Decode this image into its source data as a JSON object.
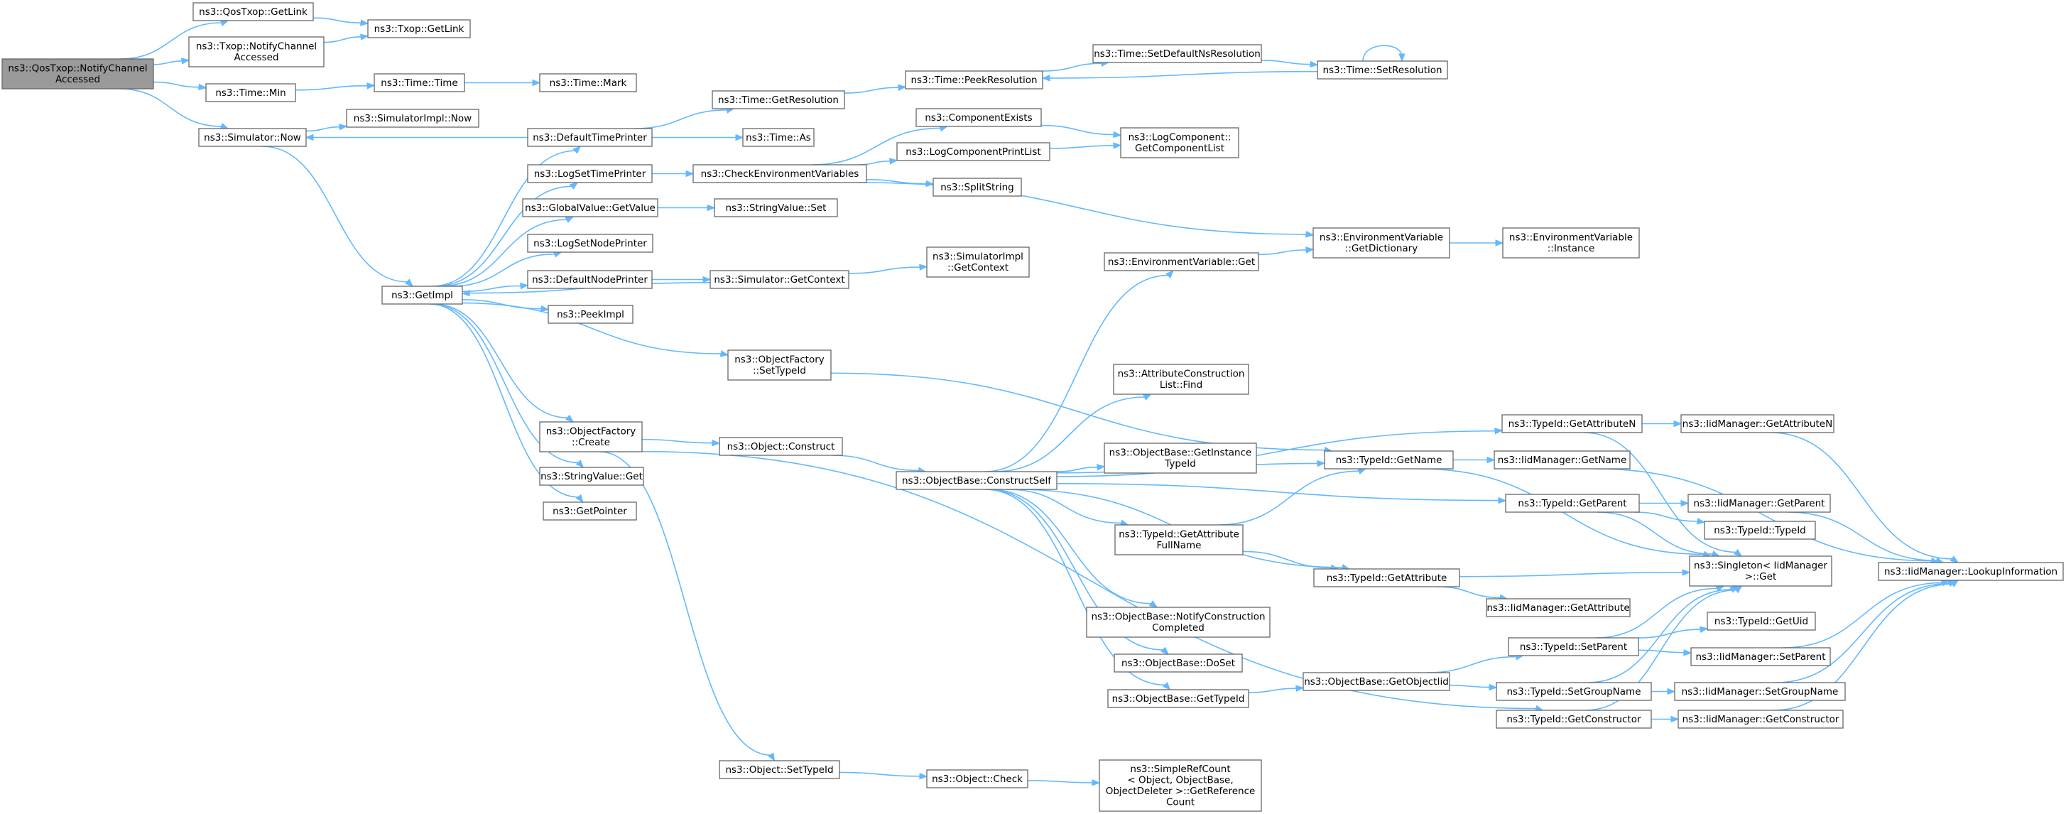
{
  "diagram": {
    "colors": {
      "edge": "#63b8ff",
      "node_border": "#666666",
      "root_fill": "#9a9a9a",
      "node_fill": "#ffffff"
    },
    "nodes": [
      {
        "id": "root",
        "lines": [
          "ns3::QosTxop::NotifyChannel",
          "Accessed"
        ],
        "root": true
      },
      {
        "id": "qos_getlink",
        "lines": [
          "ns3::QosTxop::GetLink"
        ]
      },
      {
        "id": "txop_getlink",
        "lines": [
          "ns3::Txop::GetLink"
        ]
      },
      {
        "id": "txop_notify",
        "lines": [
          "ns3::Txop::NotifyChannel",
          "Accessed"
        ]
      },
      {
        "id": "time_min",
        "lines": [
          "ns3::Time::Min"
        ]
      },
      {
        "id": "time_time",
        "lines": [
          "ns3::Time::Time"
        ]
      },
      {
        "id": "time_mark",
        "lines": [
          "ns3::Time::Mark"
        ]
      },
      {
        "id": "sim_now",
        "lines": [
          "ns3::Simulator::Now"
        ]
      },
      {
        "id": "simimpl_now",
        "lines": [
          "ns3::SimulatorImpl::Now"
        ]
      },
      {
        "id": "default_time_printer",
        "lines": [
          "ns3::DefaultTimePrinter"
        ]
      },
      {
        "id": "time_getres",
        "lines": [
          "ns3::Time::GetResolution"
        ]
      },
      {
        "id": "time_peekres",
        "lines": [
          "ns3::Time::PeekResolution"
        ]
      },
      {
        "id": "time_setdefns",
        "lines": [
          "ns3::Time::SetDefaultNsResolution"
        ]
      },
      {
        "id": "time_setres",
        "lines": [
          "ns3::Time::SetResolution"
        ]
      },
      {
        "id": "time_as",
        "lines": [
          "ns3::Time::As"
        ]
      },
      {
        "id": "logsettime",
        "lines": [
          "ns3::LogSetTimePrinter"
        ]
      },
      {
        "id": "checkenv",
        "lines": [
          "ns3::CheckEnvironmentVariables"
        ]
      },
      {
        "id": "compexists",
        "lines": [
          "ns3::ComponentExists"
        ]
      },
      {
        "id": "logcompprint",
        "lines": [
          "ns3::LogComponentPrintList"
        ]
      },
      {
        "id": "logcomp_getlist",
        "lines": [
          "ns3::LogComponent::",
          "GetComponentList"
        ]
      },
      {
        "id": "splitstring",
        "lines": [
          "ns3::SplitString"
        ]
      },
      {
        "id": "gv_getvalue",
        "lines": [
          "ns3::GlobalValue::GetValue"
        ]
      },
      {
        "id": "sv_set",
        "lines": [
          "ns3::StringValue::Set"
        ]
      },
      {
        "id": "logsetnode",
        "lines": [
          "ns3::LogSetNodePrinter"
        ]
      },
      {
        "id": "default_node_printer",
        "lines": [
          "ns3::DefaultNodePrinter"
        ]
      },
      {
        "id": "sim_getcontext",
        "lines": [
          "ns3::Simulator::GetContext"
        ]
      },
      {
        "id": "simimpl_getcontext",
        "lines": [
          "ns3::SimulatorImpl",
          "::GetContext"
        ]
      },
      {
        "id": "getimpl",
        "lines": [
          "ns3::GetImpl"
        ]
      },
      {
        "id": "peekimpl",
        "lines": [
          "ns3::PeekImpl"
        ]
      },
      {
        "id": "envvar_getdict",
        "lines": [
          "ns3::EnvironmentVariable",
          "::GetDictionary"
        ]
      },
      {
        "id": "envvar_instance",
        "lines": [
          "ns3::EnvironmentVariable",
          "::Instance"
        ]
      },
      {
        "id": "envvar_get",
        "lines": [
          "ns3::EnvironmentVariable::Get"
        ]
      },
      {
        "id": "of_settypeid",
        "lines": [
          "ns3::ObjectFactory",
          "::SetTypeId"
        ]
      },
      {
        "id": "attrconst_find",
        "lines": [
          "ns3::AttributeConstruction",
          "List::Find"
        ]
      },
      {
        "id": "typeid_getattrn",
        "lines": [
          "ns3::TypeId::GetAttributeN"
        ]
      },
      {
        "id": "iid_getattrn",
        "lines": [
          "ns3::IidManager::GetAttributeN"
        ]
      },
      {
        "id": "of_create",
        "lines": [
          "ns3::ObjectFactory",
          "::Create"
        ]
      },
      {
        "id": "obj_construct",
        "lines": [
          "ns3::Object::Construct"
        ]
      },
      {
        "id": "ob_constructself",
        "lines": [
          "ns3::ObjectBase::ConstructSelf"
        ]
      },
      {
        "id": "ob_getinstance",
        "lines": [
          "ns3::ObjectBase::GetInstance",
          "TypeId"
        ]
      },
      {
        "id": "typeid_getname",
        "lines": [
          "ns3::TypeId::GetName"
        ]
      },
      {
        "id": "iid_getname",
        "lines": [
          "ns3::IidManager::GetName"
        ]
      },
      {
        "id": "sv_get",
        "lines": [
          "ns3::StringValue::Get"
        ]
      },
      {
        "id": "getpointer",
        "lines": [
          "ns3::GetPointer"
        ]
      },
      {
        "id": "typeid_getparent",
        "lines": [
          "ns3::TypeId::GetParent"
        ]
      },
      {
        "id": "iid_getparent",
        "lines": [
          "ns3::IidManager::GetParent"
        ]
      },
      {
        "id": "typeid_typeid",
        "lines": [
          "ns3::TypeId::TypeId"
        ]
      },
      {
        "id": "typeid_getattrfull",
        "lines": [
          "ns3::TypeId::GetAttribute",
          "FullName"
        ]
      },
      {
        "id": "singleton_get",
        "lines": [
          "ns3::Singleton< IidManager",
          ">::Get"
        ]
      },
      {
        "id": "iid_lookup",
        "lines": [
          "ns3::IidManager::LookupInformation"
        ]
      },
      {
        "id": "typeid_getattr",
        "lines": [
          "ns3::TypeId::GetAttribute"
        ]
      },
      {
        "id": "iid_getattr",
        "lines": [
          "ns3::IidManager::GetAttribute"
        ]
      },
      {
        "id": "ob_notifyconst",
        "lines": [
          "ns3::ObjectBase::NotifyConstruction",
          "Completed"
        ]
      },
      {
        "id": "typeid_getuid",
        "lines": [
          "ns3::TypeId::GetUid"
        ]
      },
      {
        "id": "typeid_setparent",
        "lines": [
          "ns3::TypeId::SetParent"
        ]
      },
      {
        "id": "iid_setparent",
        "lines": [
          "ns3::IidManager::SetParent"
        ]
      },
      {
        "id": "ob_doset",
        "lines": [
          "ns3::ObjectBase::DoSet"
        ]
      },
      {
        "id": "ob_getobjectiid",
        "lines": [
          "ns3::ObjectBase::GetObjectIid"
        ]
      },
      {
        "id": "typeid_setgroup",
        "lines": [
          "ns3::TypeId::SetGroupName"
        ]
      },
      {
        "id": "iid_setgroup",
        "lines": [
          "ns3::IidManager::SetGroupName"
        ]
      },
      {
        "id": "ob_gettypeid",
        "lines": [
          "ns3::ObjectBase::GetTypeId"
        ]
      },
      {
        "id": "typeid_getconstructor",
        "lines": [
          "ns3::TypeId::GetConstructor"
        ]
      },
      {
        "id": "iid_getconstructor",
        "lines": [
          "ns3::IidManager::GetConstructor"
        ]
      },
      {
        "id": "obj_settypeid",
        "lines": [
          "ns3::Object::SetTypeId"
        ]
      },
      {
        "id": "obj_check",
        "lines": [
          "ns3::Object::Check"
        ]
      },
      {
        "id": "simplerefcount",
        "lines": [
          "ns3::SimpleRefCount",
          "< Object, ObjectBase,",
          "ObjectDeleter >::GetReference",
          "Count"
        ]
      }
    ],
    "edges": [
      [
        "root",
        "qos_getlink"
      ],
      [
        "root",
        "txop_notify"
      ],
      [
        "root",
        "time_min"
      ],
      [
        "root",
        "sim_now"
      ],
      [
        "qos_getlink",
        "txop_getlink"
      ],
      [
        "txop_notify",
        "txop_getlink"
      ],
      [
        "time_min",
        "time_time"
      ],
      [
        "time_time",
        "time_mark"
      ],
      [
        "sim_now",
        "simimpl_now"
      ],
      [
        "sim_now",
        "getimpl"
      ],
      [
        "default_time_printer",
        "sim_now"
      ],
      [
        "default_time_printer",
        "time_getres"
      ],
      [
        "default_time_printer",
        "time_as"
      ],
      [
        "time_getres",
        "time_peekres"
      ],
      [
        "time_peekres",
        "time_setdefns"
      ],
      [
        "time_setdefns",
        "time_setres"
      ],
      [
        "time_setres",
        "time_peekres"
      ],
      [
        "time_setres",
        "time_setres"
      ],
      [
        "getimpl",
        "default_time_printer"
      ],
      [
        "getimpl",
        "logsettime"
      ],
      [
        "getimpl",
        "gv_getvalue"
      ],
      [
        "getimpl",
        "logsetnode"
      ],
      [
        "getimpl",
        "default_node_printer"
      ],
      [
        "getimpl",
        "peekimpl"
      ],
      [
        "getimpl",
        "of_settypeid"
      ],
      [
        "getimpl",
        "of_create"
      ],
      [
        "getimpl",
        "sv_get"
      ],
      [
        "getimpl",
        "getpointer"
      ],
      [
        "logsettime",
        "checkenv"
      ],
      [
        "checkenv",
        "compexists"
      ],
      [
        "checkenv",
        "logcompprint"
      ],
      [
        "checkenv",
        "splitstring"
      ],
      [
        "checkenv",
        "envvar_getdict"
      ],
      [
        "compexists",
        "logcomp_getlist"
      ],
      [
        "logcompprint",
        "logcomp_getlist"
      ],
      [
        "gv_getvalue",
        "sv_set"
      ],
      [
        "default_node_printer",
        "sim_getcontext"
      ],
      [
        "sim_getcontext",
        "simimpl_getcontext"
      ],
      [
        "sim_getcontext",
        "getimpl"
      ],
      [
        "envvar_getdict",
        "envvar_instance"
      ],
      [
        "envvar_get",
        "envvar_getdict"
      ],
      [
        "of_settypeid",
        "typeid_getname"
      ],
      [
        "of_create",
        "obj_construct"
      ],
      [
        "of_create",
        "obj_settypeid"
      ],
      [
        "of_create",
        "typeid_getconstructor"
      ],
      [
        "obj_construct",
        "ob_constructself"
      ],
      [
        "ob_constructself",
        "envvar_get"
      ],
      [
        "ob_constructself",
        "typeid_getattrn"
      ],
      [
        "ob_constructself",
        "attrconst_find"
      ],
      [
        "ob_constructself",
        "typeid_getname"
      ],
      [
        "ob_constructself",
        "ob_getinstance"
      ],
      [
        "ob_constructself",
        "typeid_getparent"
      ],
      [
        "ob_constructself",
        "typeid_getattrfull"
      ],
      [
        "ob_constructself",
        "typeid_getattr"
      ],
      [
        "ob_constructself",
        "ob_notifyconst"
      ],
      [
        "ob_constructself",
        "ob_doset"
      ],
      [
        "ob_constructself",
        "ob_gettypeid"
      ],
      [
        "typeid_getattrn",
        "iid_getattrn"
      ],
      [
        "typeid_getattrn",
        "singleton_get"
      ],
      [
        "iid_getattrn",
        "iid_lookup"
      ],
      [
        "typeid_getname",
        "iid_getname"
      ],
      [
        "typeid_getname",
        "singleton_get"
      ],
      [
        "iid_getname",
        "iid_lookup"
      ],
      [
        "typeid_getparent",
        "iid_getparent"
      ],
      [
        "typeid_getparent",
        "typeid_typeid"
      ],
      [
        "typeid_getparent",
        "singleton_get"
      ],
      [
        "iid_getparent",
        "iid_lookup"
      ],
      [
        "typeid_getattrfull",
        "typeid_getname"
      ],
      [
        "typeid_getattrfull",
        "typeid_getattr"
      ],
      [
        "typeid_getattr",
        "singleton_get"
      ],
      [
        "typeid_getattr",
        "iid_getattr"
      ],
      [
        "ob_gettypeid",
        "ob_getobjectiid"
      ],
      [
        "ob_getobjectiid",
        "typeid_setparent"
      ],
      [
        "ob_getobjectiid",
        "typeid_setgroup"
      ],
      [
        "typeid_setparent",
        "typeid_getuid"
      ],
      [
        "typeid_setparent",
        "iid_setparent"
      ],
      [
        "typeid_setparent",
        "singleton_get"
      ],
      [
        "iid_setparent",
        "iid_lookup"
      ],
      [
        "typeid_setgroup",
        "singleton_get"
      ],
      [
        "typeid_setgroup",
        "iid_setgroup"
      ],
      [
        "iid_setgroup",
        "iid_lookup"
      ],
      [
        "typeid_getconstructor",
        "singleton_get"
      ],
      [
        "typeid_getconstructor",
        "iid_getconstructor"
      ],
      [
        "iid_getconstructor",
        "iid_lookup"
      ],
      [
        "obj_settypeid",
        "obj_check"
      ],
      [
        "obj_check",
        "simplerefcount"
      ]
    ]
  }
}
